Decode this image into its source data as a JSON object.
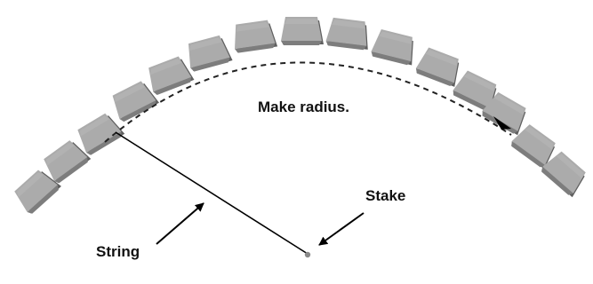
{
  "labels": {
    "main": "Make radius.",
    "stake": "Stake",
    "string": "String"
  },
  "icons": {
    "stake": "stake-point-icon",
    "block": "paver-block-icon",
    "arrow": "arrow-icon"
  },
  "colors": {
    "block_top": "#ababab",
    "block_side": "#7d7d7d",
    "block_shadow": "#5f5f5f",
    "line": "#000000",
    "arc_dash": "#222222",
    "stake": "#8a8a8a",
    "text": "#111111"
  }
}
